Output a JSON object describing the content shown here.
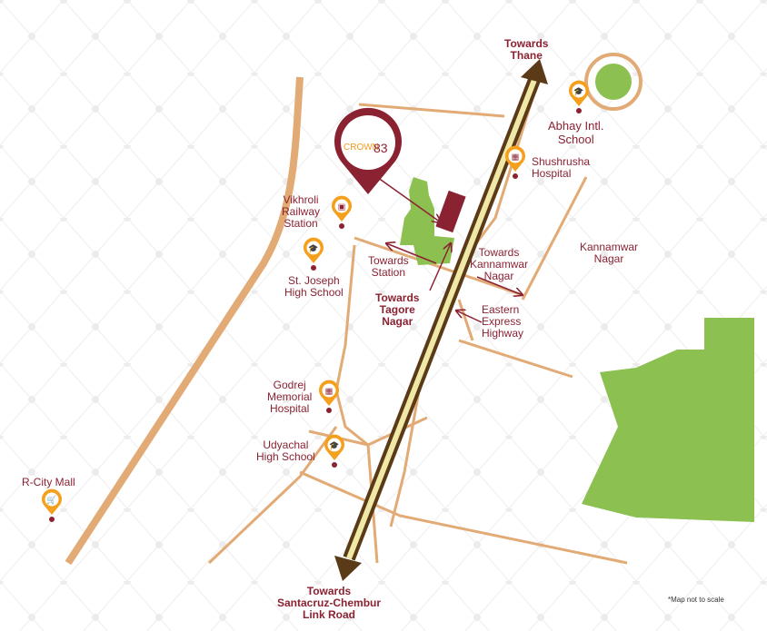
{
  "colors": {
    "road": "#e2aa74",
    "highway_outer": "#5b3a17",
    "highway_inner": "#efe8a6",
    "green": "#8cc152",
    "maroon": "#8b2232",
    "pin": "#f5a01c"
  },
  "logo": {
    "text": "CROWN",
    "number": "83"
  },
  "labels": {
    "thane": "Towards\nThane",
    "santacruz": "Towards\nSantacruz-Chembur\nLink Road",
    "tagore": "Towards\nTagore\nNagar",
    "station": "Towards\nStation",
    "kannamwar_towards": "Towards\nKannamwar\nNagar",
    "kannamwar": "Kannamwar\nNagar",
    "eastern": "Eastern\nExpress\nHighway",
    "note": "*Map not to scale"
  },
  "pins": [
    {
      "name": "Abhay Intl.\nSchool",
      "icon": "school-icon"
    },
    {
      "name": "Shushrusha\nHospital",
      "icon": "hospital-icon"
    },
    {
      "name": "Vikhroli\nRailway\nStation",
      "icon": "train-icon"
    },
    {
      "name": "St. Joseph\nHigh School",
      "icon": "school-icon"
    },
    {
      "name": "Godrej\nMemorial\nHospital",
      "icon": "hospital-icon"
    },
    {
      "name": "Udyachal\nHigh School",
      "icon": "school-icon"
    },
    {
      "name": "R-City Mall",
      "icon": "cart-icon"
    }
  ]
}
